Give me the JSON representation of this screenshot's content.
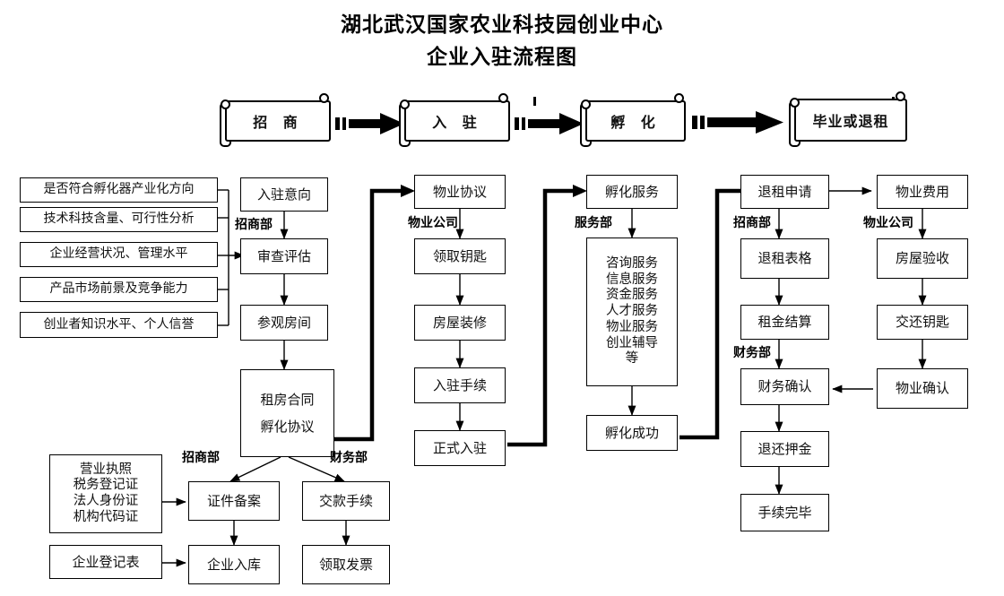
{
  "title": {
    "line1": "湖北武汉国家农业科技园创业中心",
    "line2": "企业入驻流程图"
  },
  "stages": [
    {
      "id": "stage-recruit",
      "label": "招 商"
    },
    {
      "id": "stage-settle",
      "label": "入 驻"
    },
    {
      "id": "stage-incubate",
      "label": "孵 化"
    },
    {
      "id": "stage-exit",
      "label": "毕业或退租"
    }
  ],
  "criteria": [
    "是否符合孵化器产业化方向",
    "技术科技含量、可行性分析",
    "企业经营状况、管理水平",
    "产品市场前景及竞争能力",
    "创业者知识水平、个人信誉"
  ],
  "col_recruit": {
    "dept": "招商部",
    "steps": [
      "入驻意向",
      "审查评估",
      "参观房间"
    ],
    "contract": {
      "line1": "租房合同",
      "line2": "孵化协议"
    }
  },
  "col_property": {
    "dept": "物业公司",
    "steps": [
      "物业协议",
      "领取钥匙",
      "房屋装修",
      "入驻手续",
      "正式入驻"
    ]
  },
  "col_service": {
    "dept": "服务部",
    "head": "孵化服务",
    "services": [
      "咨询服务",
      "信息服务",
      "资金服务",
      "人才服务",
      "物业服务",
      "创业辅导",
      "等"
    ],
    "tail": "孵化成功"
  },
  "col_exit": {
    "dept_top": "招商部",
    "dept_finance": "财务部",
    "steps": [
      "退租申请",
      "退租表格",
      "租金结算",
      "财务确认",
      "退还押金",
      "手续完毕"
    ]
  },
  "col_handover": {
    "dept": "物业公司",
    "steps": [
      "物业费用",
      "房屋验收",
      "交还钥匙",
      "物业确认"
    ]
  },
  "bottom": {
    "documents": [
      "营业执照",
      "税务登记证",
      "法人身份证",
      "机构代码证"
    ],
    "registration_form": "企业登记表",
    "dept_recruit": "招商部",
    "dept_finance": "财务部",
    "recruit_steps": [
      "证件备案",
      "企业入库"
    ],
    "finance_steps": [
      "交款手续",
      "领取发票"
    ]
  },
  "colors": {
    "line": "#000000",
    "text": "#111111",
    "background": "#ffffff"
  }
}
